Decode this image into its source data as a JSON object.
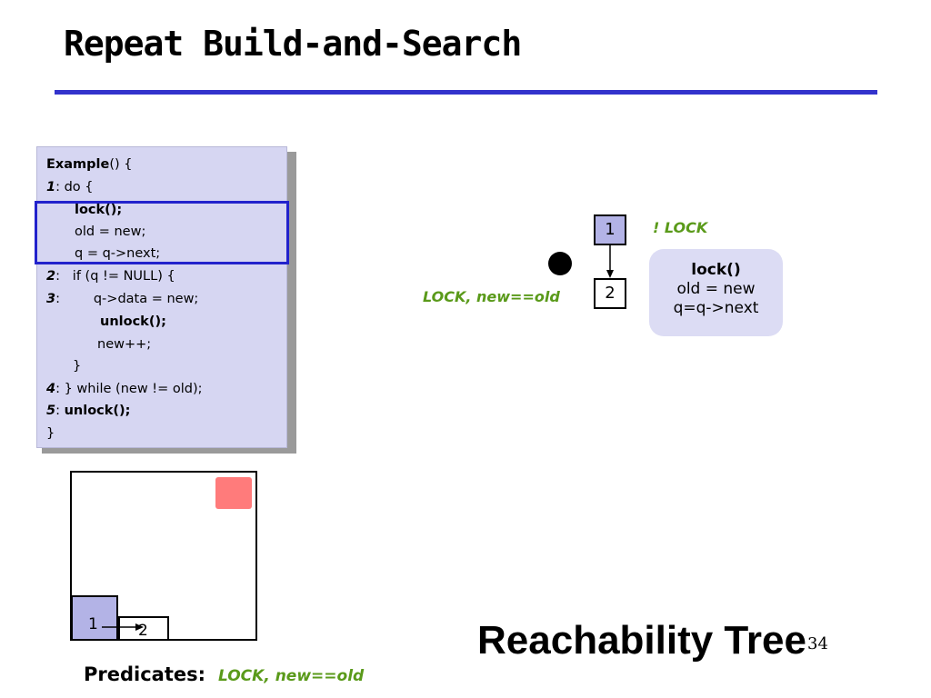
{
  "slide": {
    "title": "Repeat Build-and-Search",
    "page_number": "34",
    "big_label": "Reachability Tree"
  },
  "code": {
    "lines": [
      {
        "bold": "Example",
        "rest": "() {"
      },
      {
        "label": "1",
        "rest": ": do {"
      },
      {
        "bold": "lock();"
      },
      {
        "rest": "old = new;"
      },
      {
        "rest": "q = q->next;"
      },
      {
        "label": "2",
        "rest": ":   if (q != NULL) {"
      },
      {
        "label": "3",
        "rest": ":        q->data = new;"
      },
      {
        "bold": "unlock();"
      },
      {
        "rest": "new++;"
      },
      {
        "rest": "}"
      },
      {
        "label": "4",
        "rest": ": } while (new != old);"
      },
      {
        "label": "5",
        "rest": ": ",
        "bold": "unlock();"
      },
      {
        "rest": "}"
      }
    ]
  },
  "region": {
    "node1_label": "1",
    "node2_label": "2",
    "predicates_label": "Predicates:",
    "predicates_value": "LOCK, new==old"
  },
  "tree": {
    "node1_label": "1",
    "node2_label": "2",
    "node1_annotation": "! LOCK",
    "node2_annotation": "LOCK, new==old",
    "callout": [
      "lock()",
      "old = new",
      "q=q->next"
    ]
  },
  "colors": {
    "title_rule": "#3333cc",
    "code_background": "#d6d6f2",
    "highlight_border": "#2222cc",
    "node_fill": "#b3b3e6",
    "error_region": "#ff7b7b",
    "predicate_green": "#5a9a1a",
    "callout_fill": "#dcdcf4"
  }
}
